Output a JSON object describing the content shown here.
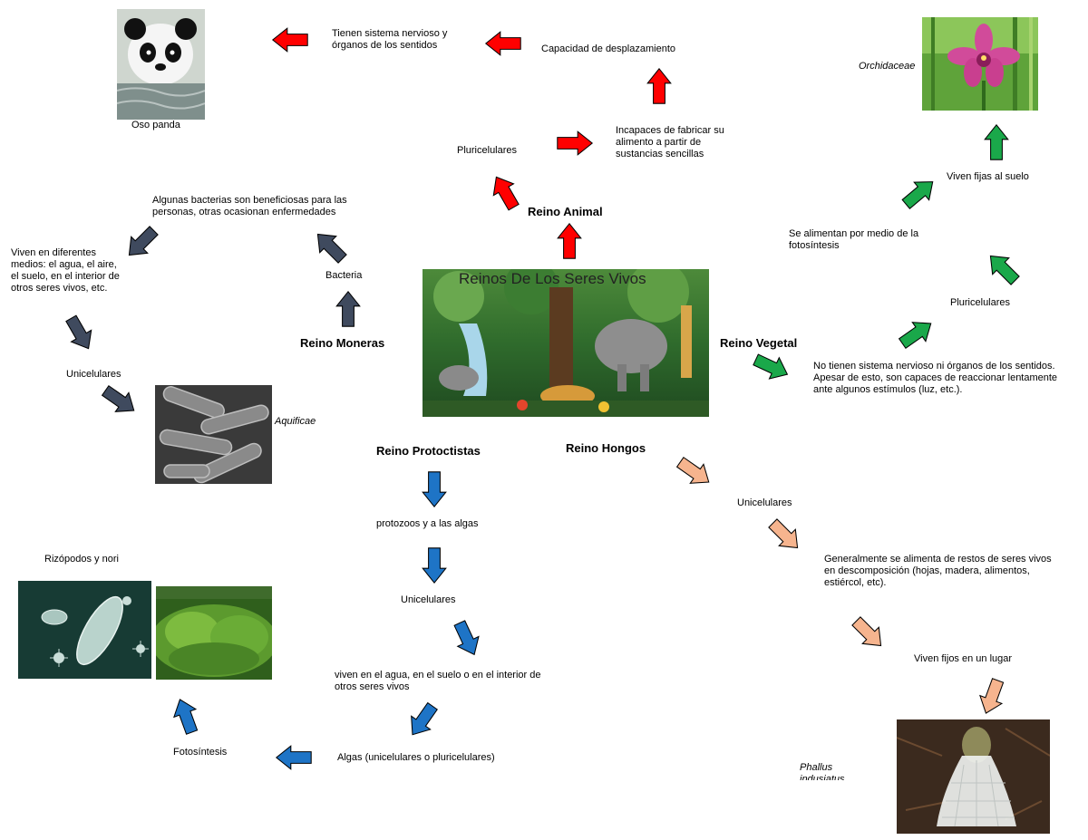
{
  "title": "Reinos De Los Seres Vivos",
  "colors": {
    "animal": "#ff0000",
    "moneras": "#3f4a5e",
    "vegetal": "#1aa84a",
    "hongos": "#f6b48e",
    "protoctistas": "#1e74c6"
  },
  "kingdoms": {
    "animal": {
      "name": "Reino Animal",
      "steps": [
        "Pluricelulares",
        "Incapaces de fabricar su alimento a partir de sustancias sencillas",
        "Capacidad de desplazamiento",
        "Tienen sistema nervioso y órganos de los sentidos"
      ],
      "example": "Oso panda"
    },
    "moneras": {
      "name": "Reino Moneras",
      "steps": [
        "Bacteria",
        "Algunas bacterias son beneficiosas para las personas, otras ocasionan enfermedades",
        "Viven en diferentes medios: el agua, el aire, el suelo, en el interior de otros seres vivos, etc.",
        "Unicelulares"
      ],
      "example": "Aquificae"
    },
    "vegetal": {
      "name": "Reino Vegetal",
      "steps": [
        "No tienen sistema nervioso ni órganos de los sentidos. Apesar de esto, son capaces de reaccionar lentamente ante algunos estímulos (luz, etc.).",
        "Pluricelulares",
        "Se alimentan por medio de la fotosíntesis",
        "Viven fijas al suelo"
      ],
      "example": "Orchidaceae"
    },
    "hongos": {
      "name": "Reino Hongos",
      "steps": [
        "Unicelulares",
        "Generalmente se alimenta de restos de seres vivos en descomposición (hojas, madera, alimentos, estiércol, etc).",
        "Viven fijos en un lugar"
      ],
      "example": "Phallus indusiatus"
    },
    "protoctistas": {
      "name": "Reino Protoctistas",
      "steps": [
        "protozoos y a las algas",
        "Unicelulares",
        "viven en el agua, en el suelo o en el interior de otros seres vivos",
        "Algas (unicelulares o pluricelulares)",
        "Fotosíntesis"
      ],
      "example": "Rizópodos y nori"
    }
  },
  "icons": {
    "arrow": "block-arrow-icon",
    "panda": "panda-photo",
    "bacteria": "bacteria-photo",
    "orchid": "orchid-photo",
    "fungus": "fungus-photo",
    "protozoa": "protozoa-photo",
    "algae": "algae-photo",
    "jungle": "jungle-photo"
  }
}
